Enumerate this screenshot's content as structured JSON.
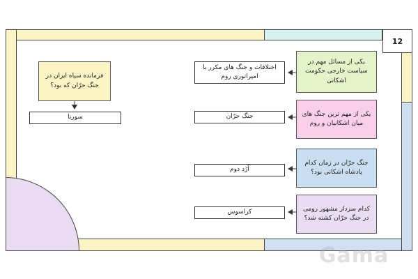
{
  "page_number": "12",
  "colors": {
    "yellow": "#fbf5c6",
    "teal": "#d7f1ee",
    "blue": "#cfe0f0",
    "purple": "#eadcf2",
    "green": "#e5f3c9",
    "pink": "#f9cfe9"
  },
  "items": [
    {
      "question": "یکی از مسائل مهم در سیاست خارجی حکومت اشکانی",
      "answer": "اختلافات و جنگ های مکرر با امپراتوری روم"
    },
    {
      "question": "یکی از مهم ترین جنگ های میان اشکانیان و روم",
      "answer": "جنگ حرّان"
    },
    {
      "question": "جنگ حرّان در زمان کدام پادشاه اشکانی بود؟",
      "answer": "اُرُد دوم"
    },
    {
      "question": "کدام سردار مشهور رومی در جنگ حرّان کشته شد؟",
      "answer": "کراسوس"
    }
  ],
  "side_question": "فرمانده سپاه ایران در جنگ حرّان که بود؟",
  "side_answer": "سورنا",
  "watermark": "Gama"
}
